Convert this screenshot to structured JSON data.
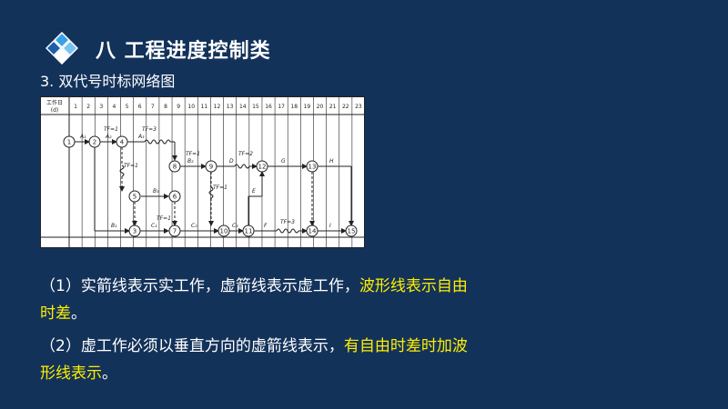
{
  "header": {
    "title": "八  工程进度控制类",
    "subtitle": "3. 双代号时标网络图"
  },
  "diagram": {
    "corner_top": "工作日",
    "corner_bottom": "(d)",
    "columns": [
      "1",
      "2",
      "3",
      "4",
      "5",
      "6",
      "7",
      "8",
      "9",
      "10",
      "11",
      "12",
      "13",
      "14",
      "15",
      "16",
      "17",
      "18",
      "19",
      "20",
      "21",
      "22",
      "23"
    ],
    "nodes": [
      "1",
      "2",
      "4",
      "8",
      "9",
      "12",
      "13",
      "5",
      "6",
      "3",
      "7",
      "10",
      "11",
      "14",
      "15"
    ],
    "labels": {
      "A1": "A₁",
      "A2": "A₂",
      "A3": "A₃",
      "TF1a": "TF=1",
      "TF3a": "TF=3",
      "TF1b": "TF=1",
      "B2": "B₂",
      "TF1c": "TF=1",
      "D": "D",
      "TF2": "TF=2",
      "G": "G",
      "H": "H",
      "B3": "B₃",
      "E": "E",
      "B1": "B₁",
      "C1": "C₁",
      "TF1d": "TF=1",
      "C2": "C₂",
      "C3": "C₃",
      "F": "F",
      "TF3b": "TF=3",
      "I": "I"
    }
  },
  "notes": {
    "p1_a": "（1）实箭线表示实工作，虚箭线表示虚工作，",
    "p1_b": "波形线表示自由时差",
    "p1_c": "。",
    "p2_a": "（2）虚工作必须以垂直方向的虚箭线表示，",
    "p2_b": "有自由时差时加波形线表示",
    "p2_c": "。"
  }
}
